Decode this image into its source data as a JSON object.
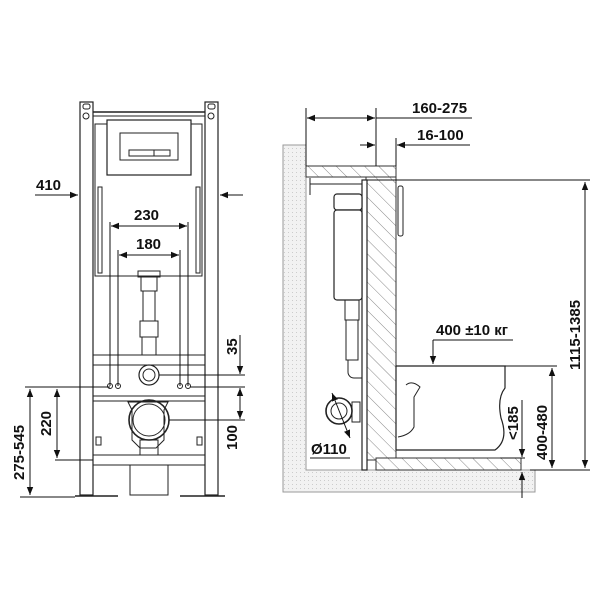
{
  "front_view": {
    "dimensions": {
      "frame_width": "410",
      "outer_mount_spacing": "230",
      "inner_mount_spacing": "180",
      "button_offset": "35",
      "drain_offset": "100",
      "mount_height": "220",
      "overall_height_range": "275-545"
    }
  },
  "side_view": {
    "dimensions": {
      "frame_depth": "160-275",
      "wall_finish": "16-100",
      "load": "400 ±10 кг",
      "total_height": "1115-1385",
      "seat_height": "400-480",
      "floor_clearance": "<185",
      "drain_diameter": "Ø110"
    }
  }
}
